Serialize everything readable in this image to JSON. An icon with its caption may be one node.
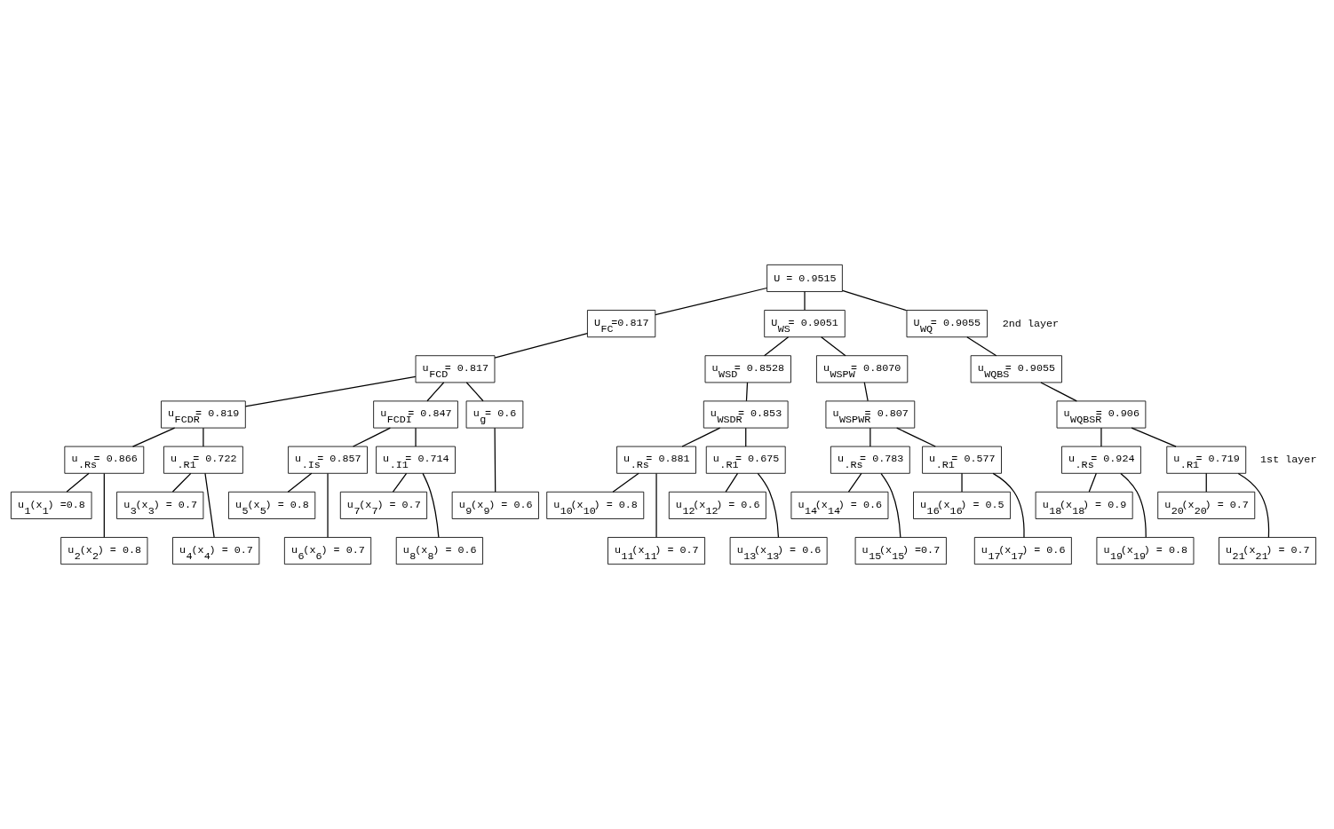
{
  "diagram": {
    "nodes": [
      {
        "text": [
          "U = 0.9515"
        ]
      },
      {
        "text": [
          "U$_{FC}$=0.817"
        ]
      },
      {
        "text": [
          "U$_{WS}$= 0.9051"
        ]
      },
      {
        "text": [
          "U$_{WQ}$= 0.9055"
        ]
      },
      {
        "text": [
          "u$_{FCD}$= 0.817"
        ]
      },
      {
        "text": [
          "u$_{WSD}$= 0.8528"
        ]
      },
      {
        "text": [
          "u$_{WSPW}$= 0.8070"
        ]
      },
      {
        "text": [
          "u$_{WQBS}$= 0.9055"
        ]
      },
      {
        "text": [
          "u$_{FCDR}$= 0.819"
        ]
      },
      {
        "text": [
          "u$_{FCDI}$= 0.847"
        ]
      },
      {
        "text": [
          "u$_{g}$= 0.6"
        ]
      },
      {
        "text": [
          "u$_{WSDR}$= 0.853"
        ]
      },
      {
        "text": [
          "u$_{WSPWR}$= 0.807"
        ]
      },
      {
        "text": [
          "u$_{WQBSR}$= 0.906"
        ]
      },
      {
        "text": [
          "u$_{.Rs}$= 0.866"
        ]
      },
      {
        "text": [
          "u$_{.R1}$= 0.722"
        ]
      },
      {
        "text": [
          "u$_{.Is}$= 0.857"
        ]
      },
      {
        "text": [
          "u$_{.I1}$= 0.714"
        ]
      },
      {
        "text": [
          "u$_{.Rs}$= 0.881"
        ]
      },
      {
        "text": [
          "u$_{.R1}$= 0.675"
        ]
      },
      {
        "text": [
          "u$_{.Rs}$= 0.783"
        ]
      },
      {
        "text": [
          "u$_{.R1}$= 0.577"
        ]
      },
      {
        "text": [
          "u$_{.Rs}$= 0.924"
        ]
      },
      {
        "text": [
          "u$_{.R1}$= 0.719"
        ]
      },
      {
        "text": [
          "u$_{1}$(x$_{1}$) =0.8"
        ]
      },
      {
        "text": [
          "u$_{2}$(x$_{2}$) = 0.8"
        ]
      },
      {
        "text": [
          "u$_{3}$(x$_{3}$) = 0.7"
        ]
      },
      {
        "text": [
          "u$_{4}$(x$_{4}$) = 0.7"
        ]
      },
      {
        "text": [
          "u$_{5}$(x$_{5}$) = 0.8"
        ]
      },
      {
        "text": [
          "u$_{6}$(x$_{6}$) = 0.7"
        ]
      },
      {
        "text": [
          "u$_{7}$(x$_{7}$) = 0.7"
        ]
      },
      {
        "text": [
          "u$_{8}$(x$_{8}$) = 0.6"
        ]
      },
      {
        "text": [
          "u$_{9}$(x$_{9}$) = 0.6"
        ]
      },
      {
        "text": [
          "u$_{10}$(x$_{10}$) = 0.8"
        ]
      },
      {
        "text": [
          "u$_{11}$(x$_{11}$) = 0.7"
        ]
      },
      {
        "text": [
          "u$_{12}$(x$_{12}$) = 0.6"
        ]
      },
      {
        "text": [
          "u$_{13}$(x$_{13}$) = 0.6"
        ]
      },
      {
        "text": [
          "u$_{14}$(x$_{14}$) = 0.6"
        ]
      },
      {
        "text": [
          "u$_{15}$(x$_{15}$) =0.7"
        ]
      },
      {
        "text": [
          "u$_{16}$(x$_{16}$) = 0.5"
        ]
      },
      {
        "text": [
          "u$_{17}$(x$_{17}$) = 0.6"
        ]
      },
      {
        "text": [
          "u$_{18}$(x$_{18}$) = 0.9"
        ]
      },
      {
        "text": [
          "u$_{19}$(x$_{19}$) = 0.8"
        ]
      },
      {
        "text": [
          "u$_{20}$(x$_{20}$) = 0.7"
        ]
      },
      {
        "text": [
          "u$_{21}$(x$_{21}$) = 0.7"
        ]
      }
    ],
    "edges": [
      {
        "from": 0,
        "to": 1,
        "arrow": "none"
      },
      {
        "from": 0,
        "to": 2,
        "arrow": "none"
      },
      {
        "from": 0,
        "to": 3,
        "arrow": "none"
      },
      {
        "from": 1,
        "to": 4,
        "arrow": "none"
      },
      {
        "from": 2,
        "to": 5,
        "arrow": "none"
      },
      {
        "from": 2,
        "to": 6,
        "arrow": "none"
      },
      {
        "from": 3,
        "to": 7,
        "arrow": "none"
      },
      {
        "from": 4,
        "to": 8,
        "arrow": "none"
      },
      {
        "from": 4,
        "to": 9,
        "arrow": "none"
      },
      {
        "from": 4,
        "to": 10,
        "arrow": "none"
      },
      {
        "from": 5,
        "to": 11,
        "arrow": "none"
      },
      {
        "from": 6,
        "to": 12,
        "arrow": "none"
      },
      {
        "from": 7,
        "to": 13,
        "arrow": "none"
      },
      {
        "from": 8,
        "to": 14,
        "arrow": "none"
      },
      {
        "from": 8,
        "to": 15,
        "arrow": "none"
      },
      {
        "from": 9,
        "to": 16,
        "arrow": "none"
      },
      {
        "from": 9,
        "to": 17,
        "arrow": "none"
      },
      {
        "from": 11,
        "to": 18,
        "arrow": "none"
      },
      {
        "from": 11,
        "to": 19,
        "arrow": "none"
      },
      {
        "from": 12,
        "to": 20,
        "arrow": "none"
      },
      {
        "from": 12,
        "to": 21,
        "arrow": "none"
      },
      {
        "from": 13,
        "to": 22,
        "arrow": "none"
      },
      {
        "from": 13,
        "to": 23,
        "arrow": "none"
      },
      {
        "from": 14,
        "to": 24,
        "arrow": "none"
      },
      {
        "from": 14,
        "to": 25,
        "arrow": "none"
      },
      {
        "from": 15,
        "to": 26,
        "arrow": "none"
      },
      {
        "from": 15,
        "to": 27,
        "arrow": "none"
      },
      {
        "from": 16,
        "to": 28,
        "arrow": "none"
      },
      {
        "from": 16,
        "to": 29,
        "arrow": "none"
      },
      {
        "from": 17,
        "to": 30,
        "arrow": "none"
      },
      {
        "from": 17,
        "to": 31,
        "arrow": "none"
      },
      {
        "from": 10,
        "to": 32,
        "arrow": "none"
      },
      {
        "from": 18,
        "to": 33,
        "arrow": "none"
      },
      {
        "from": 18,
        "to": 34,
        "arrow": "none"
      },
      {
        "from": 19,
        "to": 35,
        "arrow": "none"
      },
      {
        "from": 19,
        "to": 36,
        "arrow": "none"
      },
      {
        "from": 20,
        "to": 37,
        "arrow": "none"
      },
      {
        "from": 20,
        "to": 38,
        "arrow": "none"
      },
      {
        "from": 21,
        "to": 39,
        "arrow": "none"
      },
      {
        "from": 21,
        "to": 40,
        "arrow": "none"
      },
      {
        "from": 22,
        "to": 41,
        "arrow": "none"
      },
      {
        "from": 22,
        "to": 42,
        "arrow": "none"
      },
      {
        "from": 23,
        "to": 43,
        "arrow": "none"
      },
      {
        "from": 23,
        "to": 44,
        "arrow": "none"
      }
    ],
    "labels": [
      "2nd layer",
      "1st layer"
    ]
  }
}
